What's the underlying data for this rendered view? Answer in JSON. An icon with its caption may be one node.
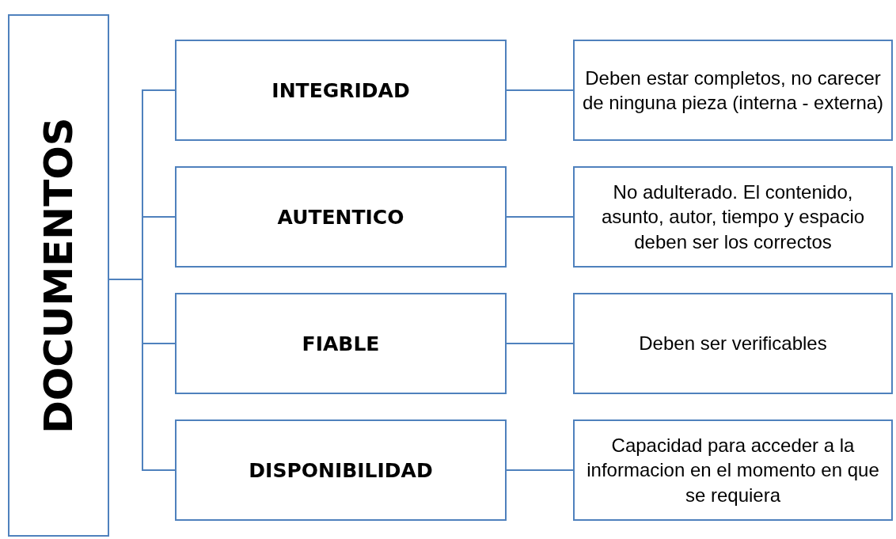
{
  "diagram": {
    "nodes": [
      {
        "text": [
          "DOCUMENTOS"
        ]
      },
      {
        "text": [
          "INTEGRIDAD"
        ]
      },
      {
        "text": [
          "Deben estar completos, no carecer de ninguna pieza (interna - externa)"
        ]
      },
      {
        "text": [
          "AUTENTICO"
        ]
      },
      {
        "text": [
          "No adulterado. El contenido, asunto, autor, tiempo y espacio deben ser los correctos"
        ]
      },
      {
        "text": [
          "FIABLE"
        ]
      },
      {
        "text": [
          "Deben ser verificables"
        ]
      },
      {
        "text": [
          "DISPONIBILIDAD"
        ]
      },
      {
        "text": [
          "Capacidad para acceder a la informacion en el momento en que se requiera"
        ]
      }
    ],
    "edges": [
      {
        "from": 0,
        "to": 1,
        "arrow": "none"
      },
      {
        "from": 0,
        "to": 3,
        "arrow": "none"
      },
      {
        "from": 0,
        "to": 5,
        "arrow": "none"
      },
      {
        "from": 0,
        "to": 7,
        "arrow": "none"
      },
      {
        "from": 1,
        "to": 2,
        "arrow": "none"
      },
      {
        "from": 3,
        "to": 4,
        "arrow": "none"
      },
      {
        "from": 5,
        "to": 6,
        "arrow": "none"
      },
      {
        "from": 7,
        "to": 8,
        "arrow": "none"
      }
    ]
  }
}
